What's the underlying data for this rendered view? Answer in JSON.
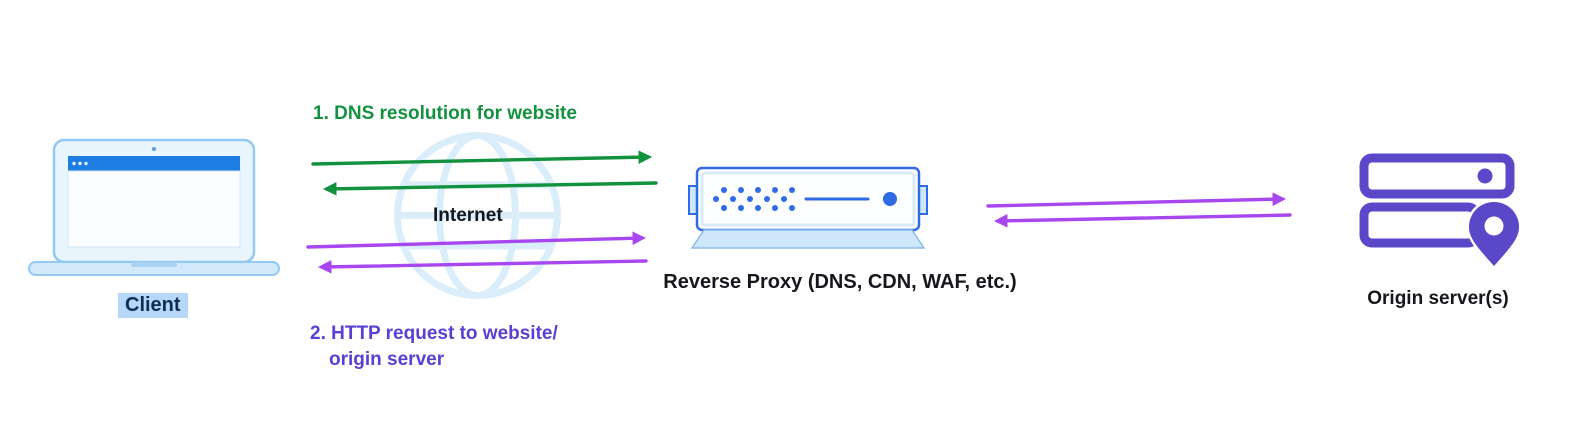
{
  "diagram": {
    "client": {
      "label": "Client",
      "icon": "laptop-icon",
      "highlight_color": "#b7d7f6",
      "text_color": "#0d2f55",
      "laptop_blue": "#1d7de2",
      "laptop_light_blue": "#d2e9fb"
    },
    "internet": {
      "label": "Internet",
      "icon": "globe-icon",
      "globe_color": "#d9edfa"
    },
    "flow_dns": {
      "label": "1. DNS resolution for website",
      "arrow_color": "#12923e",
      "text_color": "#12923e"
    },
    "flow_http": {
      "line1": "2. HTTP request to website/",
      "line2": "origin server",
      "text_color": "#5b3fd4",
      "arrow_color": "#a847f0"
    },
    "proxy": {
      "label": "Reverse Proxy (DNS, CDN, WAF, etc.)",
      "icon": "proxy-server-icon",
      "color": "#2e6be5",
      "base_color": "#cfe7fa"
    },
    "origin": {
      "label": "Origin server(s)",
      "icon": "origin-servers-icon",
      "pin_icon": "location-pin-icon",
      "color": "#5a48c8"
    }
  }
}
